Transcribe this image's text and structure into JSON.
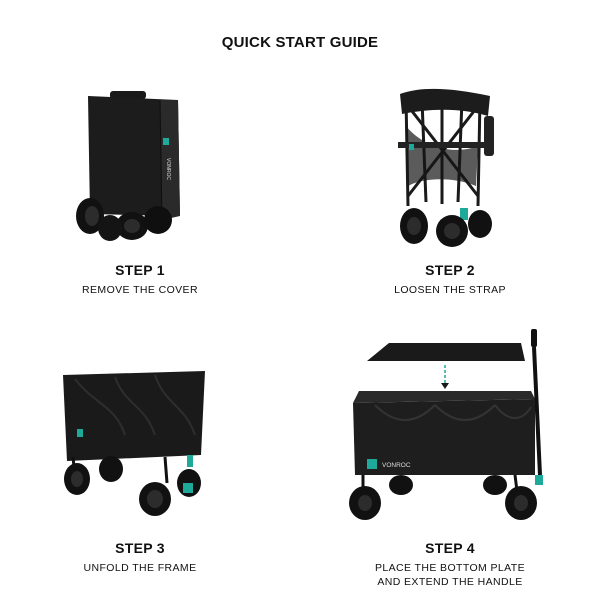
{
  "title": "QUICK START GUIDE",
  "brand": "VONROC",
  "accent_color": "#1fa99a",
  "steps": [
    {
      "step": "STEP 1",
      "desc": "REMOVE THE COVER"
    },
    {
      "step": "STEP 2",
      "desc": "LOOSEN THE STRAP"
    },
    {
      "step": "STEP 3",
      "desc": "UNFOLD THE FRAME"
    },
    {
      "step": "STEP 4",
      "desc_line1": "PLACE THE BOTTOM PLATE",
      "desc_line2": "AND EXTEND THE HANDLE"
    }
  ]
}
